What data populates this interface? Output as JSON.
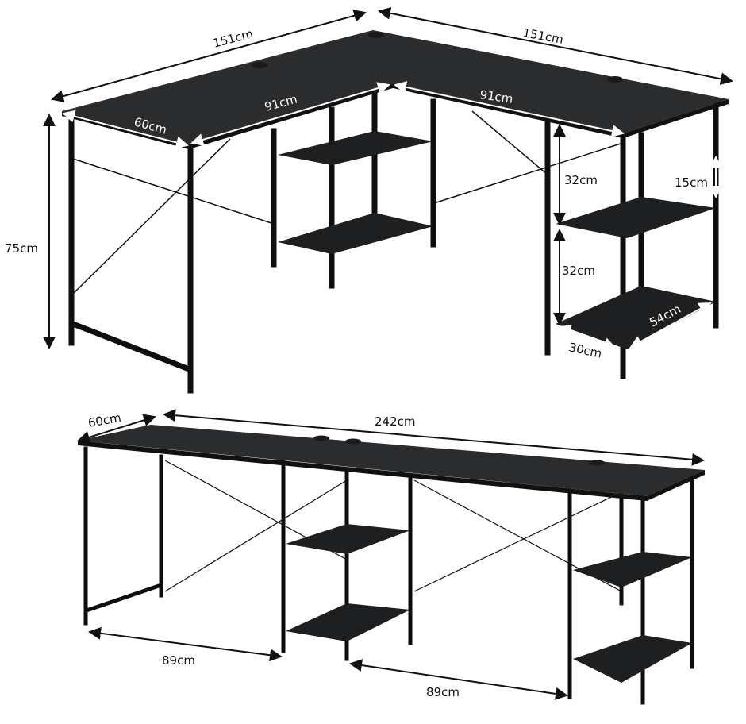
{
  "diagram": {
    "type": "product-dimension-diagram",
    "subject": "desk",
    "views": [
      {
        "name": "L-shaped configuration",
        "dimensions": {
          "left_length": "151cm",
          "right_length": "151cm",
          "depth": "60cm",
          "left_inner_span": "91cm",
          "right_inner_span": "91cm",
          "height": "75cm",
          "shelf_gap_upper": "32cm",
          "shelf_gap_lower": "32cm",
          "top_clearance": "15cm",
          "shelf_width": "54cm",
          "shelf_depth": "30cm"
        }
      },
      {
        "name": "Straight configuration",
        "dimensions": {
          "depth": "60cm",
          "total_length": "242cm",
          "leg_span_left": "89cm",
          "leg_span_right": "89cm"
        }
      }
    ]
  },
  "colors": {
    "desk": "#2b2c2e",
    "frame": "#0e0e0e",
    "arrow": "#111111",
    "arrow_light": "#ffffff"
  }
}
